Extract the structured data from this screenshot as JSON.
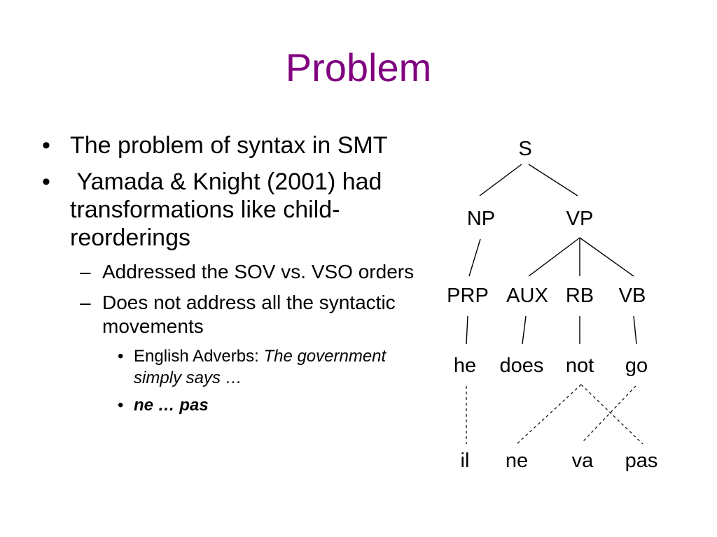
{
  "slide": {
    "title": "Problem"
  },
  "bullets": [
    {
      "text": "The problem of syntax in SMT"
    },
    {
      "text": " Yamada & Knight (2001) had transformations like child-reorderings"
    }
  ],
  "sub_bullets": [
    {
      "text": "Addressed the SOV vs. VSO orders"
    },
    {
      "text": "Does not address all the syntactic movements"
    }
  ],
  "sub_sub_bullets": [
    {
      "prefix": "English Adverbs: ",
      "italic": "The government simply says …"
    },
    {
      "bold_italic": "ne … pas"
    }
  ],
  "markers": {
    "bullet": "•",
    "dash": "–"
  },
  "tree": {
    "root": "S",
    "level1": [
      "NP",
      "VP"
    ],
    "level2": [
      "PRP",
      "AUX",
      "RB",
      "VB"
    ],
    "english": [
      "he",
      "does",
      "not",
      "go"
    ],
    "french": [
      "il",
      "ne",
      "va",
      "pas"
    ]
  }
}
